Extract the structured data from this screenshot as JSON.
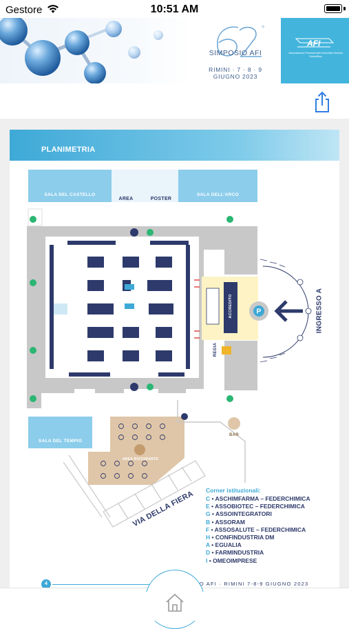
{
  "status_bar": {
    "carrier": "Gestore",
    "time": "10:51 AM"
  },
  "banner": {
    "event_number": "62",
    "event_ordinal_suffix": "°",
    "event_name": "SIMPOSIO AFI",
    "event_place_dates": "RIMINI · 7 · 8 · 9",
    "event_month_year": "GIUGNO 2023",
    "afi_logo": "AFI",
    "afi_subtitle": "Associazione Farmaceutici Industria Società Scientifica"
  },
  "document": {
    "title": "PLANIMETRIA",
    "page_number": "4",
    "footer_text": "62° SIMPOSIO AFI · RIMINI 7-8-9 GIUGNO 2023"
  },
  "map": {
    "rooms": {
      "sala_castello": "SALA DEL CASTELLO",
      "area_poster": "AREA",
      "area_poster_2": "POSTER",
      "sala_arco": "SALA DELL'ARCO",
      "sala_tempio": "SALA DEL TEMPIO",
      "area_ristorante": "AREA RISTORANTE",
      "bar": "BAR",
      "accredito": "ACCREDITO",
      "regia": "REGIA",
      "ingresso": "INGRESSO A",
      "via_fiera": "VIA DELLA FIERA"
    }
  },
  "legend": {
    "title": "Corner istituzionali:",
    "items": [
      {
        "letter": "C",
        "name": "ASCHIMFARMA – FEDERCHIMICA"
      },
      {
        "letter": "E",
        "name": "ASSOBIOTEC – FEDERCHIMICA"
      },
      {
        "letter": "G",
        "name": "ASSOINTEGRATORI"
      },
      {
        "letter": "B",
        "name": "ASSORAM"
      },
      {
        "letter": "F",
        "name": "ASSOSALUTE – FEDERCHIMICA"
      },
      {
        "letter": "H",
        "name": "CONFINDUSTRIA DM"
      },
      {
        "letter": "A",
        "name": "EGUALIA"
      },
      {
        "letter": "D",
        "name": "FARMINDUSTRIA"
      },
      {
        "letter": "I",
        "name": "OMEOIMPRESE"
      }
    ]
  },
  "colors": {
    "accent": "#3ea9d7",
    "navy": "#2d3a6b",
    "wall_gray": "#c8c8c8",
    "restaurant": "#dfc6a8",
    "registration_yellow": "#fdf3c4"
  },
  "icons": {
    "share": "share-icon",
    "home": "home-icon",
    "wifi": "wifi-icon",
    "battery": "battery-icon"
  }
}
